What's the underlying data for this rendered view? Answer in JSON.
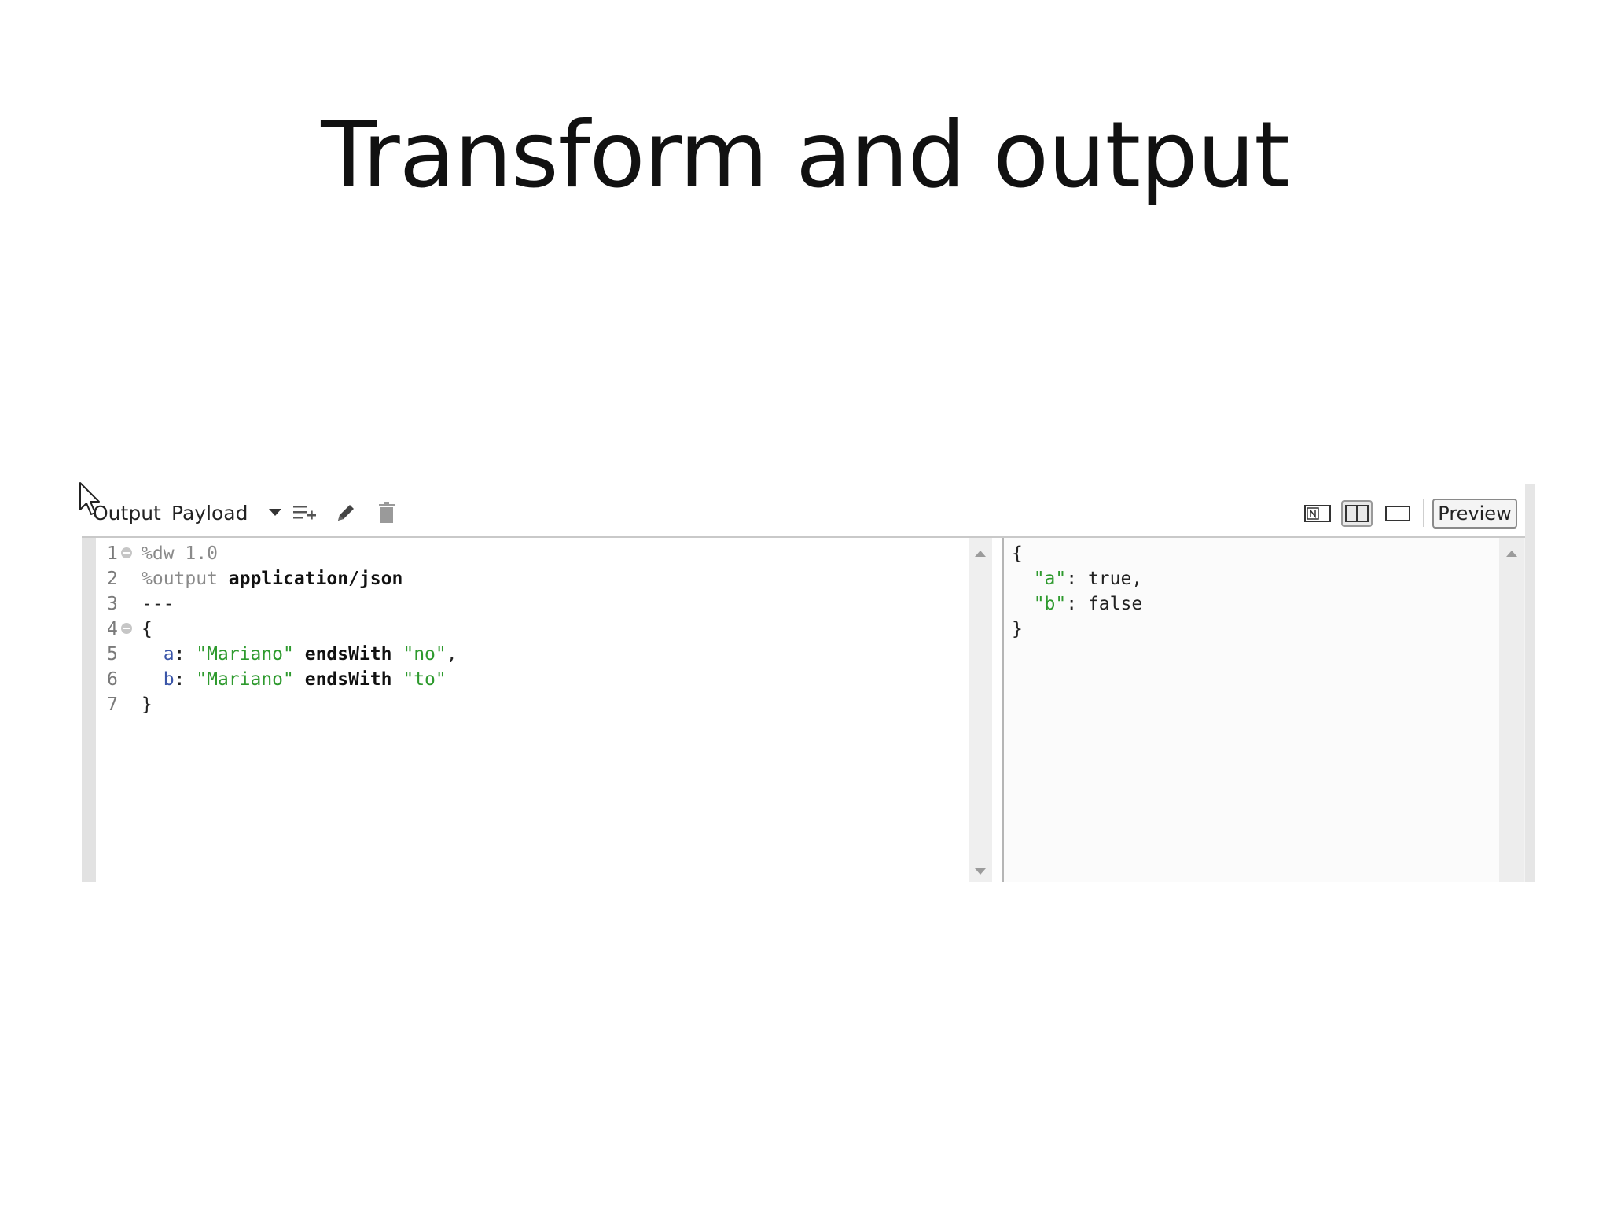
{
  "slide": {
    "title": "Transform and output"
  },
  "toolbar": {
    "output_label": "Output",
    "payload_label": "Payload",
    "preview_label": "Preview",
    "icons": [
      "dropdown-arrow-icon",
      "add-row-icon",
      "pencil-icon",
      "trash-icon",
      "layout-left-icon",
      "layout-split-icon",
      "layout-right-icon"
    ]
  },
  "code_editor": {
    "lines": [
      {
        "num": "1",
        "fold": true,
        "parts": [
          {
            "t": "%dw 1.0",
            "c": "dir"
          }
        ]
      },
      {
        "num": "2",
        "fold": false,
        "parts": [
          {
            "t": "%output ",
            "c": "dir"
          },
          {
            "t": "application/json",
            "c": "kw"
          }
        ]
      },
      {
        "num": "3",
        "fold": false,
        "parts": [
          {
            "t": "---",
            "c": "plain"
          }
        ]
      },
      {
        "num": "4",
        "fold": true,
        "parts": [
          {
            "t": "{",
            "c": "plain"
          }
        ]
      },
      {
        "num": "5",
        "fold": false,
        "parts": [
          {
            "t": "  a",
            "c": "key"
          },
          {
            "t": ": ",
            "c": "plain"
          },
          {
            "t": "\"Mariano\"",
            "c": "str"
          },
          {
            "t": " endsWith ",
            "c": "kw"
          },
          {
            "t": "\"no\"",
            "c": "str"
          },
          {
            "t": ",",
            "c": "plain"
          }
        ]
      },
      {
        "num": "6",
        "fold": false,
        "parts": [
          {
            "t": "  b",
            "c": "key"
          },
          {
            "t": ": ",
            "c": "plain"
          },
          {
            "t": "\"Mariano\"",
            "c": "str"
          },
          {
            "t": " endsWith ",
            "c": "kw"
          },
          {
            "t": "\"to\"",
            "c": "str"
          }
        ]
      },
      {
        "num": "7",
        "fold": false,
        "parts": [
          {
            "t": "}",
            "c": "plain"
          }
        ]
      }
    ]
  },
  "output_preview": {
    "lines": [
      [
        {
          "t": "{",
          "c": "plain"
        }
      ],
      [
        {
          "t": "  ",
          "c": "plain"
        },
        {
          "t": "\"a\"",
          "c": "str"
        },
        {
          "t": ": true,",
          "c": "plain"
        }
      ],
      [
        {
          "t": "  ",
          "c": "plain"
        },
        {
          "t": "\"b\"",
          "c": "str"
        },
        {
          "t": ": false",
          "c": "plain"
        }
      ],
      [
        {
          "t": "}",
          "c": "plain"
        }
      ]
    ]
  },
  "colors": {
    "string": "#2e9a2e",
    "key": "#3a55a8",
    "directive": "#8a8a8a"
  }
}
